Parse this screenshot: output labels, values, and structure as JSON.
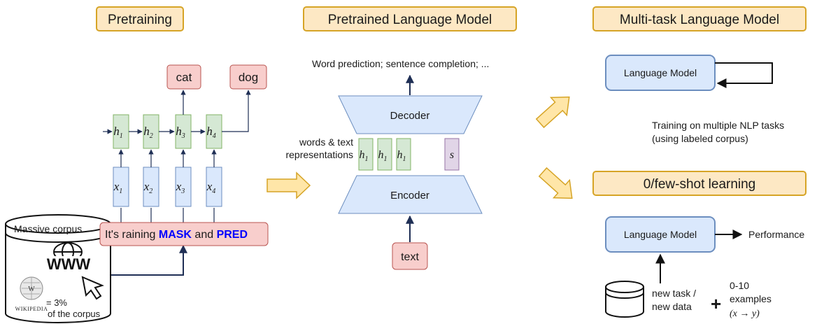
{
  "headers": {
    "pretraining": "Pretraining",
    "pretrained_lm": "Pretrained Language Model",
    "multitask_lm": "Multi-task Language Model",
    "few_shot": "0/few-shot learning"
  },
  "pretraining": {
    "outputs": [
      "cat",
      "dog"
    ],
    "hidden_states": [
      {
        "base": "h",
        "sub": "1"
      },
      {
        "base": "h",
        "sub": "2"
      },
      {
        "base": "h",
        "sub": "3"
      },
      {
        "base": "h",
        "sub": "4"
      }
    ],
    "inputs": [
      {
        "base": "x",
        "sub": "1"
      },
      {
        "base": "x",
        "sub": "2"
      },
      {
        "base": "x",
        "sub": "3"
      },
      {
        "base": "x",
        "sub": "4"
      }
    ],
    "sentence": {
      "prefix": "It's raining ",
      "mask": "MASK",
      "middle": " and ",
      "pred": "PRED"
    },
    "corpus_label": "Massive corpus",
    "www_label": "WWW",
    "wikipedia_label": "Wikipedia",
    "wiki_share": "= 3%",
    "wiki_share_suffix": "of the corpus"
  },
  "pretrained": {
    "top_text": "Word prediction; sentence completion; ...",
    "decoder": "Decoder",
    "encoder": "Encoder",
    "reps_label_1": "words & text",
    "reps_label_2": "representations",
    "reps": [
      {
        "base": "h",
        "sub": "1"
      },
      {
        "base": "h",
        "sub": "1"
      },
      {
        "base": "h",
        "sub": "1"
      }
    ],
    "sentence_rep": "s",
    "input": "text"
  },
  "multitask": {
    "model": "Language Model",
    "desc_1": "Training on multiple NLP tasks",
    "desc_2": "(using labeled corpus)"
  },
  "fewshot": {
    "model": "Language Model",
    "output": "Performance",
    "task_1": "new task /",
    "task_2": "new data",
    "plus": "+",
    "examples_1": "0-10",
    "examples_2": "examples",
    "examples_3": "(x → y)"
  },
  "colors": {
    "header_fill": "#fde8c4",
    "header_stroke": "#d6a426",
    "red_fill": "#f8cecc",
    "red_stroke": "#b85450",
    "green_fill": "#d5e8d4",
    "green_stroke": "#82b366",
    "blue_fill": "#dae8fc",
    "blue_stroke": "#6c8ebf",
    "purple_fill": "#e1d5e7",
    "purple_stroke": "#9673a6",
    "navy": "#1f2f55",
    "accent_text": "#0000ff",
    "arrow_fill": "#ffe6a8",
    "arrow_stroke": "#d6a426"
  }
}
